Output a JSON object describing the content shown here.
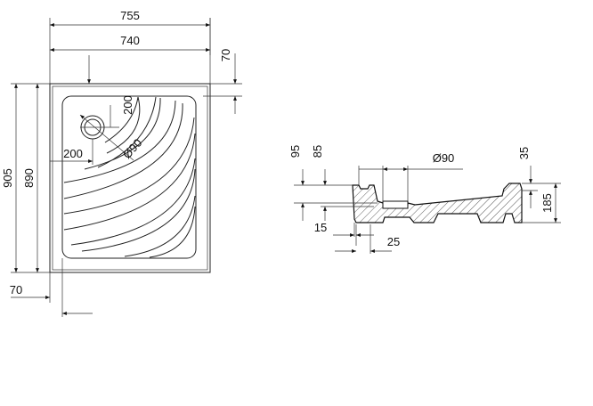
{
  "plan_view": {
    "dims": {
      "outer_width": "755",
      "inner_width": "740",
      "top_offset": "70",
      "outer_height": "905",
      "inner_height": "890",
      "left_offset": "70",
      "drain_from_top": "200",
      "drain_from_left": "200",
      "drain_diameter": "Ø90"
    }
  },
  "section_view": {
    "dims": {
      "height_95": "95",
      "height_85": "85",
      "drain_diameter": "Ø90",
      "height_35": "35",
      "height_185": "185",
      "width_15": "15",
      "width_25": "25"
    }
  }
}
